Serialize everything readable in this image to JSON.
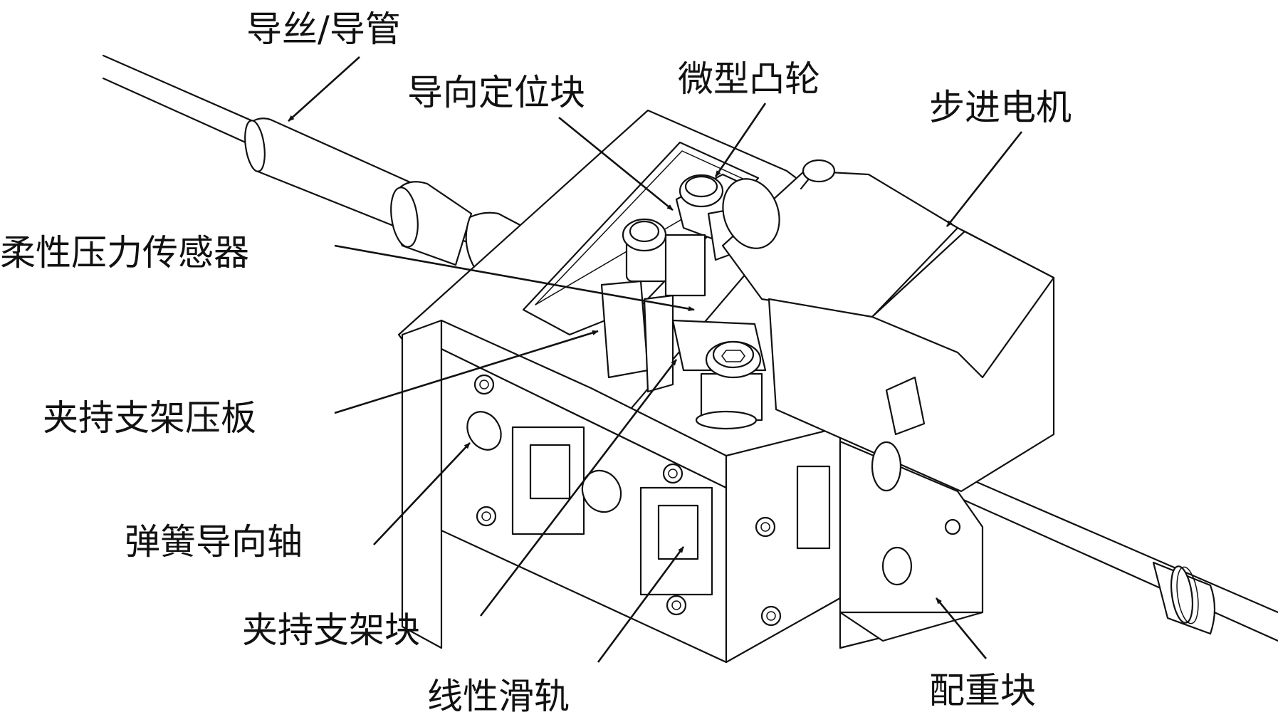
{
  "labels": {
    "guidewire": "导丝/导管",
    "guide_block": "导向定位块",
    "micro_cam": "微型凸轮",
    "stepper_motor": "步进电机",
    "pressure_sensor": "柔性压力传感器",
    "clamp_plate": "夹持支架压板",
    "spring_shaft": "弹簧导向轴",
    "clamp_block": "夹持支架块",
    "linear_rail": "线性滑轨",
    "counterweight": "配重块"
  }
}
